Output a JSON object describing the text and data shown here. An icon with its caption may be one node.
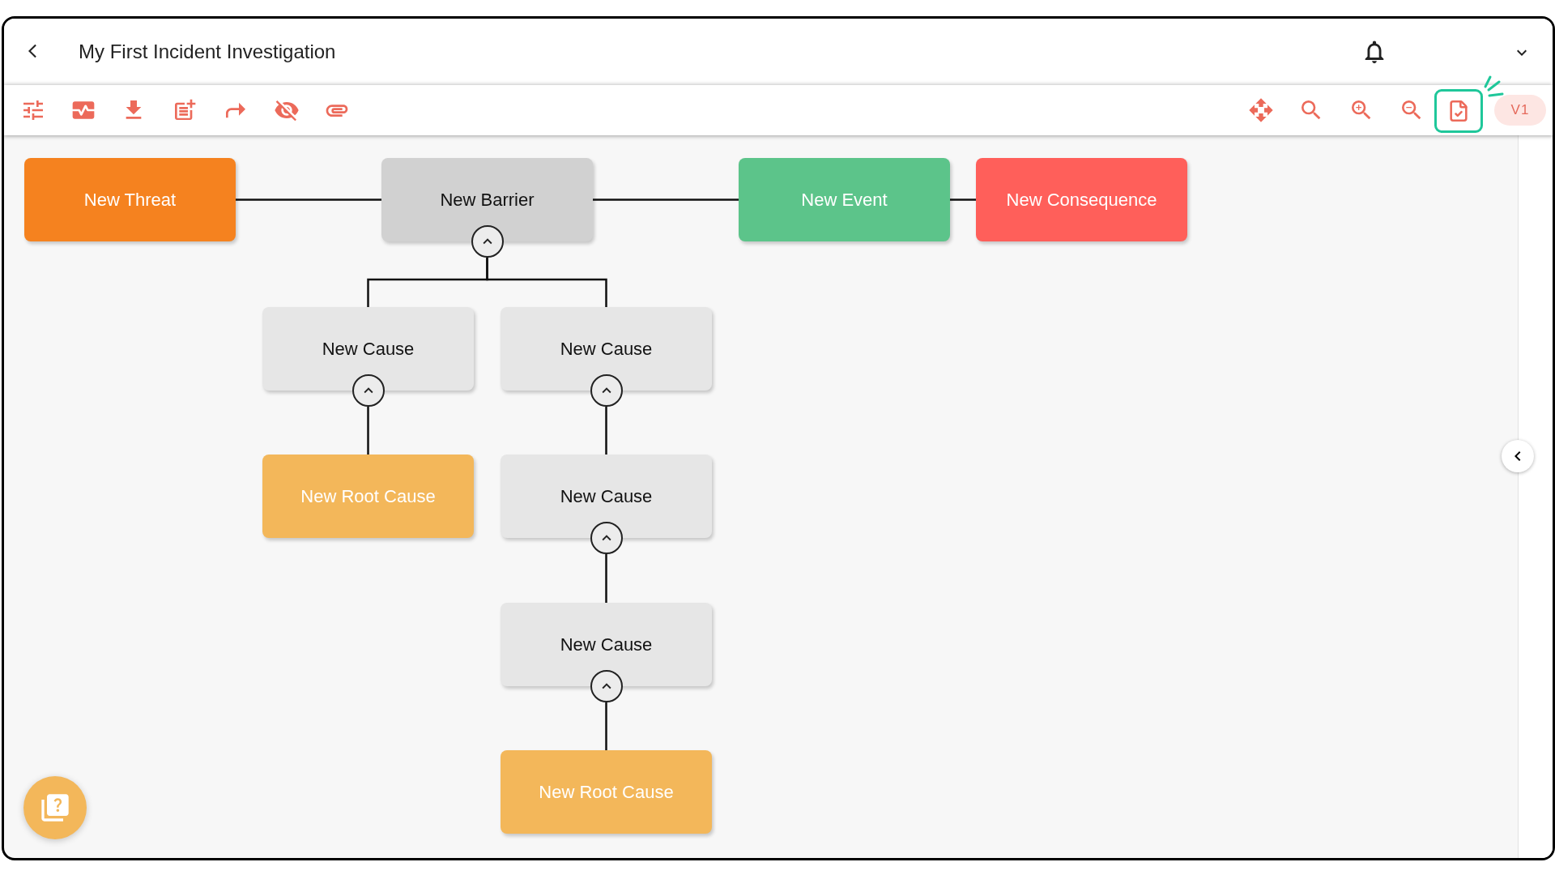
{
  "diagram": {
    "title": "My First Incident Investigation",
    "nodes": [
      {
        "text": [
          "New Threat"
        ]
      },
      {
        "text": [
          "New Barrier"
        ]
      },
      {
        "text": [
          "New Event"
        ]
      },
      {
        "text": [
          "New Consequence"
        ]
      },
      {
        "text": [
          "New Cause"
        ]
      },
      {
        "text": [
          "New Cause"
        ]
      },
      {
        "text": [
          "New Root Cause"
        ]
      },
      {
        "text": [
          "New Cause"
        ]
      },
      {
        "text": [
          "New Cause"
        ]
      },
      {
        "text": [
          "New Root Cause"
        ]
      }
    ],
    "edges": [
      {
        "from": 0,
        "to": 1,
        "arrow": "none"
      },
      {
        "from": 1,
        "to": 2,
        "arrow": "none"
      },
      {
        "from": 2,
        "to": 3,
        "arrow": "none"
      },
      {
        "from": 1,
        "to": 4,
        "arrow": "none"
      },
      {
        "from": 1,
        "to": 5,
        "arrow": "none"
      },
      {
        "from": 4,
        "to": 6,
        "arrow": "none"
      },
      {
        "from": 5,
        "to": 7,
        "arrow": "none"
      },
      {
        "from": 7,
        "to": 8,
        "arrow": "none"
      },
      {
        "from": 8,
        "to": 9,
        "arrow": "none"
      }
    ],
    "labels": [
      "V1"
    ]
  }
}
